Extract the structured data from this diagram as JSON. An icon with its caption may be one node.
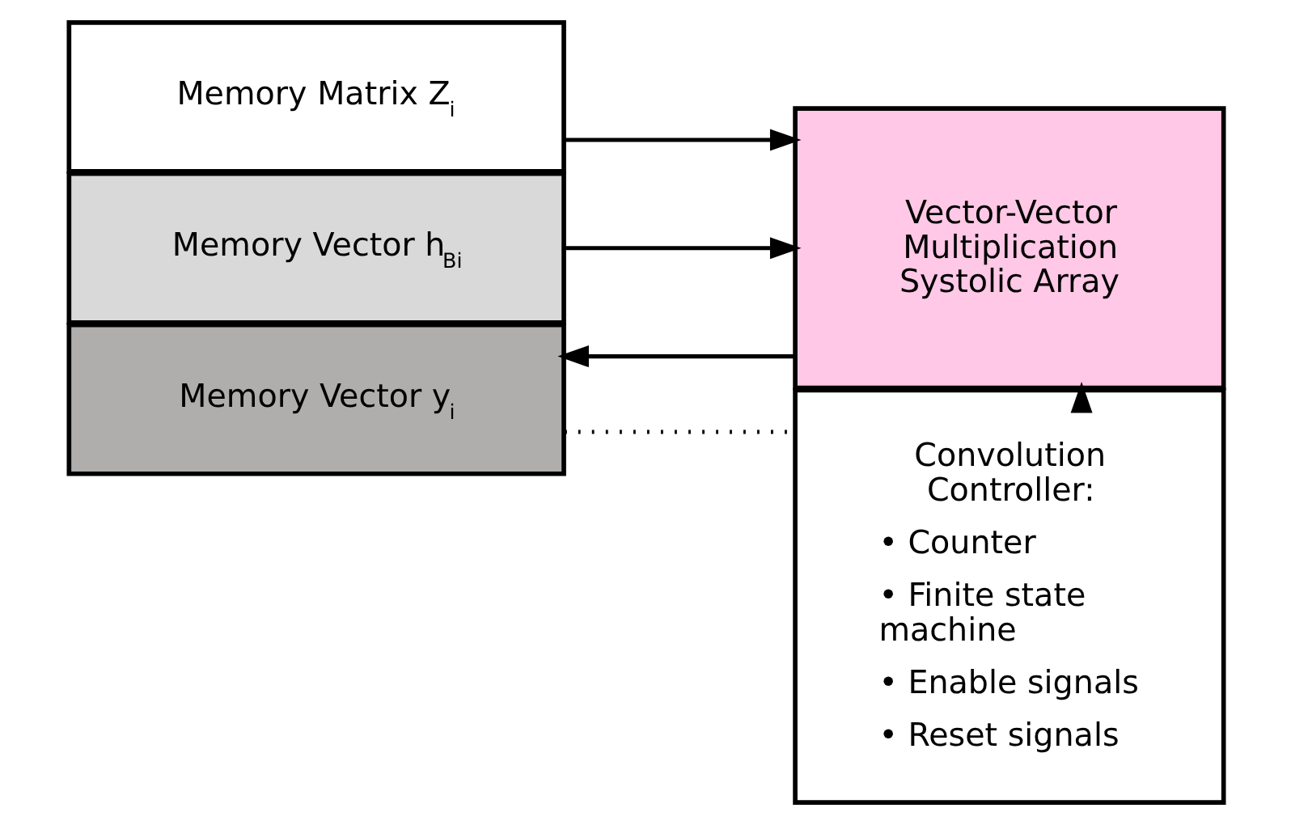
{
  "diagram": {
    "nodes": [
      {
        "text": [
          "Memory Matrix Z$_{i}$"
        ]
      },
      {
        "text": [
          "Memory Vector h$_{Bi}$"
        ]
      },
      {
        "text": [
          "Memory Vector y$_{i}$"
        ]
      },
      {
        "text": [
          "Vector-Vector Multiplication Systolic Array"
        ]
      },
      {
        "text": [
          "Convolution Controller:",
          "• Counter",
          "• Finite state machine",
          "• Enable signals",
          "• Reset signals"
        ]
      }
    ],
    "edges": [
      {
        "from": 0,
        "to": 3,
        "arrow": "to"
      },
      {
        "from": 1,
        "to": 3,
        "arrow": "to"
      },
      {
        "from": 3,
        "to": 2,
        "arrow": "to"
      },
      {
        "from": 4,
        "to": 3,
        "arrow": "to",
        "style": "dashed"
      },
      {
        "from": 2,
        "to": 4,
        "arrow": "none",
        "style": "dashed"
      }
    ]
  }
}
